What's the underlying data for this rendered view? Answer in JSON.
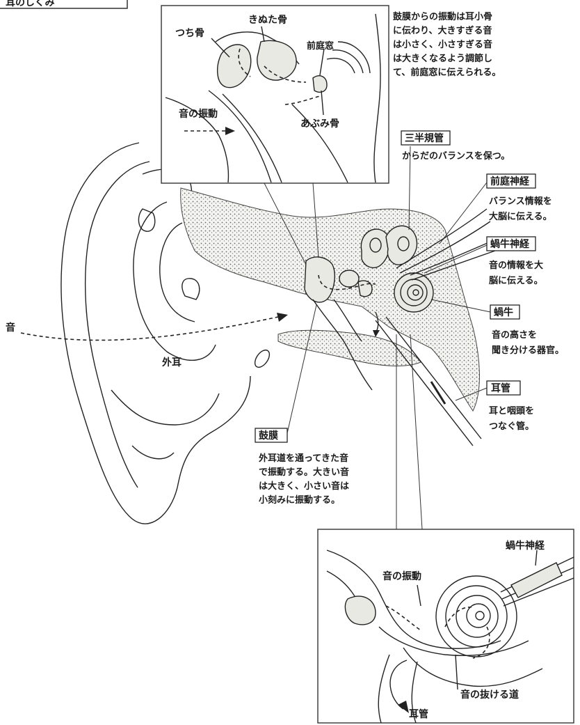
{
  "title": "耳のしくみ",
  "labels": {
    "sound": "音",
    "outer_ear": "外耳",
    "malleus": "つち骨",
    "incus": "きぬた骨",
    "oval_window": "前庭窓",
    "stapes": "あぶみ骨",
    "vibration_top": "音の振動",
    "vibration_bottom": "音の振動",
    "cochlear_nerve_bottom": "蝸牛神経",
    "sound_exit": "音の抜ける道",
    "eustachian_bottom": "耳管"
  },
  "ossicle_note": [
    "鼓膜からの振動は耳小骨",
    "に伝わり、大きすぎる音",
    "は小さく、小さすぎる音",
    "は大きくなるよう調節し",
    "て、前庭窓に伝えられる。"
  ],
  "boxes": {
    "semicircular": {
      "title": "三半規管",
      "desc": [
        "からだのバランスを保つ。"
      ]
    },
    "vestibular_nerve": {
      "title": "前庭神経",
      "desc": [
        "バランス情報を",
        "大脳に伝える。"
      ]
    },
    "cochlear_nerve": {
      "title": "蝸牛神経",
      "desc": [
        "音の情報を大",
        "脳に伝える。"
      ]
    },
    "cochlea": {
      "title": "蝸牛",
      "desc": [
        "音の高さを",
        "聞き分ける器官。"
      ]
    },
    "eustachian": {
      "title": "耳管",
      "desc": [
        "耳と咽頭を",
        "つなぐ管。"
      ]
    },
    "eardrum": {
      "title": "鼓膜",
      "desc": [
        "外耳道を通ってきた音",
        "で振動する。大きい音",
        "は大きく、小さい音は",
        "小刻みに振動する。"
      ]
    }
  }
}
